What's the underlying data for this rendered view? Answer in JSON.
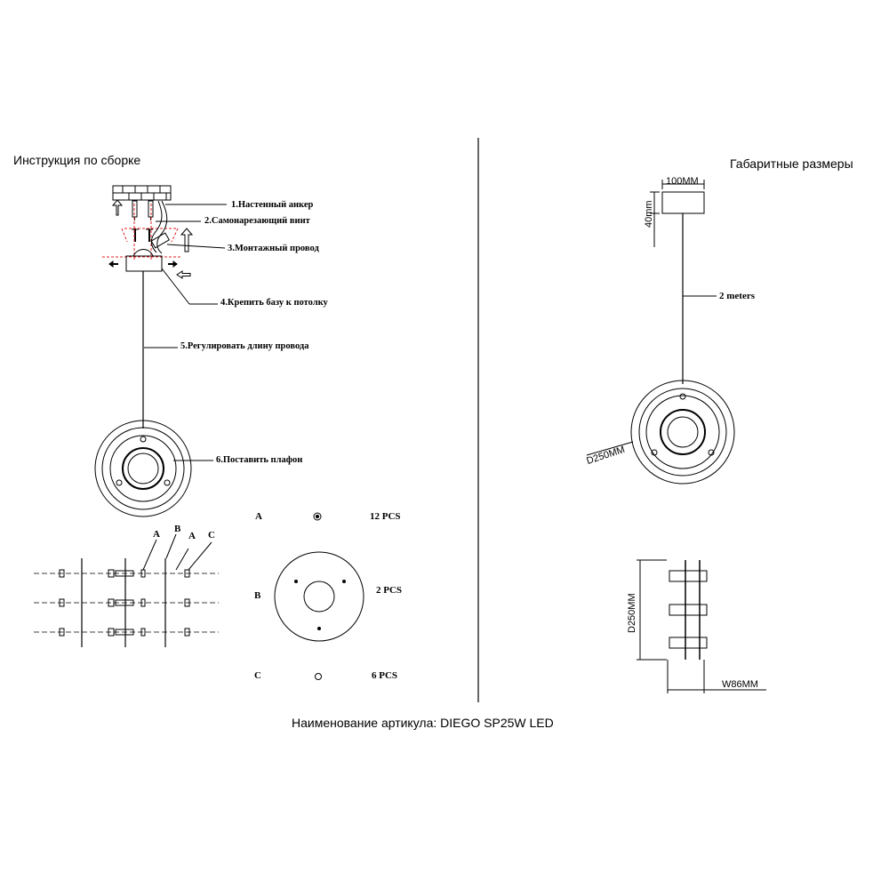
{
  "left_title": "Инструкция по сборке",
  "right_title": "Габаритные размеры",
  "footer": "Наименование артикула: DIEGO SP25W LED",
  "steps": [
    "1.Настенный анкер",
    "2.Самонарезающий винт",
    "3.Монтажный провод",
    "4.Крепить базу к потолку",
    "5.Регулировать длину провода",
    "6.Поставить плафон"
  ],
  "parts": [
    {
      "letter": "A",
      "qty": "12 PCS"
    },
    {
      "letter": "B",
      "qty": "2 PCS"
    },
    {
      "letter": "C",
      "qty": "6 PCS"
    }
  ],
  "side_labels": [
    "A",
    "B",
    "A",
    "C"
  ],
  "dimensions": {
    "base_width": "100MM",
    "base_height": "40mm",
    "cable": "2 meters",
    "diameter": "D250MM",
    "side_diameter": "D250MM",
    "depth": "W86MM"
  },
  "colors": {
    "line": "#000000",
    "accent": "#e02020"
  }
}
